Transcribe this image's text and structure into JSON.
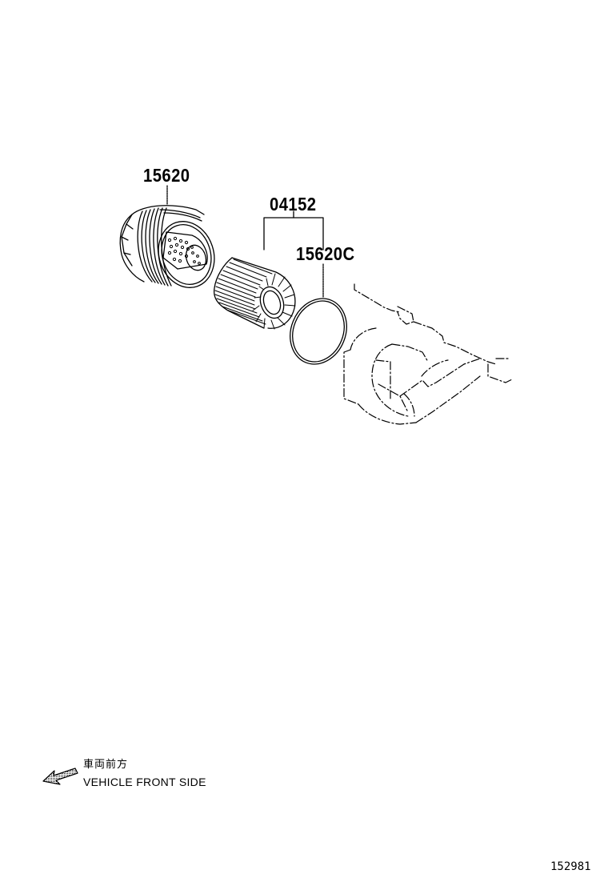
{
  "diagram": {
    "type": "exploded-parts-diagram",
    "subject": "oil filter assembly",
    "parts": [
      {
        "id": "cap",
        "label": "15620",
        "description": "oil filter cap"
      },
      {
        "id": "kit",
        "label": "04152",
        "description": "oil filter element kit (element + o-ring)"
      },
      {
        "id": "oring",
        "label": "15620C",
        "description": "o-ring"
      }
    ],
    "legend": {
      "arrow_icon": "arrow-left-icon",
      "japanese": "車両前方",
      "english": "VEHICLE FRONT SIDE"
    },
    "drawing_number": "152981",
    "colors": {
      "line": "#000000",
      "background": "#ffffff"
    }
  }
}
